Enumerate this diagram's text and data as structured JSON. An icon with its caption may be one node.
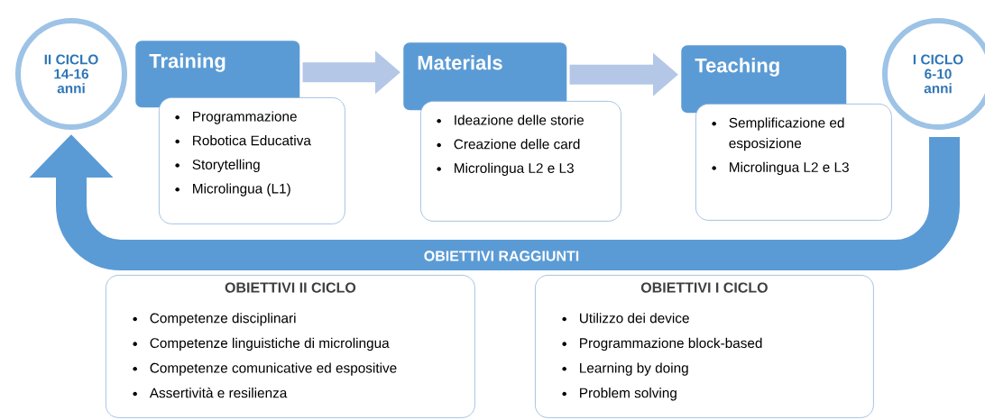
{
  "diagram": {
    "nodes": [
      {
        "text": [
          "II CICLO 14-16 anni"
        ]
      },
      {
        "text": [
          "Training"
        ]
      },
      {
        "text": [
          "Programmazione",
          "Robotica Educativa",
          "Storytelling",
          "Microlingua (L1)"
        ]
      },
      {
        "text": [
          "Materials"
        ]
      },
      {
        "text": [
          "Ideazione delle storie",
          "Creazione delle card",
          "Microlingua L2 e L3"
        ]
      },
      {
        "text": [
          "Teaching"
        ]
      },
      {
        "text": [
          "Semplificazione ed esposizione",
          "Microlingua L2 e L3"
        ]
      },
      {
        "text": [
          "I CICLO 6-10 anni"
        ]
      },
      {
        "text": [
          "OBIETTIVI II CICLO",
          "Competenze disciplinari",
          "Competenze linguistiche di microlingua",
          "Competenze comunicative ed espositive",
          "Assertività e resilienza"
        ]
      },
      {
        "text": [
          "OBIETTIVI I CICLO",
          "Utilizzo dei device",
          "Programmazione block-based",
          "Learning by doing",
          "Problem solving"
        ]
      }
    ],
    "edges": [
      {
        "from": 1,
        "to": 3,
        "arrow": "to",
        "color": "#b4c7e7"
      },
      {
        "from": 3,
        "to": 5,
        "arrow": "to",
        "color": "#b4c7e7"
      },
      {
        "from": 7,
        "to": 0,
        "arrow": "to",
        "label": "OBIETTIVI RAGGIUNTI",
        "color": "#5b9bd5"
      }
    ]
  }
}
